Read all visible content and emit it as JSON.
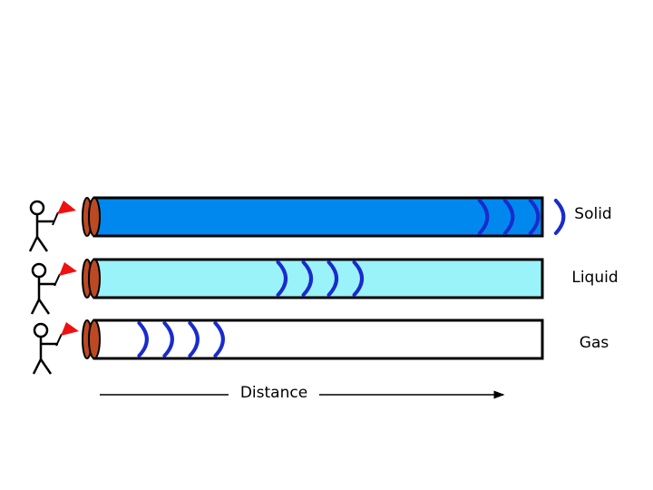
{
  "rows": [
    {
      "medium": "Solid",
      "tube_color": "#0088ee",
      "wave_count": 4,
      "wave_position": 0.86
    },
    {
      "medium": "Liquid",
      "tube_color": "#99f3f8",
      "wave_count": 4,
      "wave_position": 0.41
    },
    {
      "medium": "Gas",
      "tube_color": "#ffffff",
      "wave_count": 4,
      "wave_position": 0.1
    }
  ],
  "axis": {
    "label": "Distance"
  },
  "colors": {
    "wave": "#1a2bcc",
    "cap": "#bb4a22",
    "flag": "#ee1111",
    "outline": "#000000"
  }
}
